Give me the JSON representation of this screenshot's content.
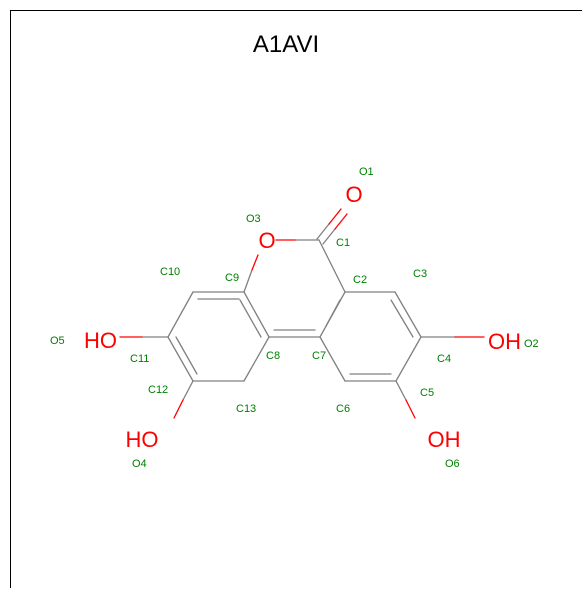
{
  "title": "A1AVI",
  "colors": {
    "bond": "#808080",
    "heteroatom": "#ff0000",
    "atom_label": "#008000",
    "title": "#000000"
  },
  "element_labels": {
    "o1": "O",
    "o3": "O",
    "o5": "HO",
    "o2": "OH",
    "o4": "HO",
    "o6": "OH"
  },
  "atom_labels": {
    "O1": "O1",
    "O2": "O2",
    "O3": "O3",
    "O4": "O4",
    "O5": "O5",
    "O6": "O6",
    "C1": "C1",
    "C2": "C2",
    "C3": "C3",
    "C4": "C4",
    "C5": "C5",
    "C6": "C6",
    "C7": "C7",
    "C8": "C8",
    "C9": "C9",
    "C10": "C10",
    "C11": "C11",
    "C12": "C12",
    "C13": "C13"
  }
}
